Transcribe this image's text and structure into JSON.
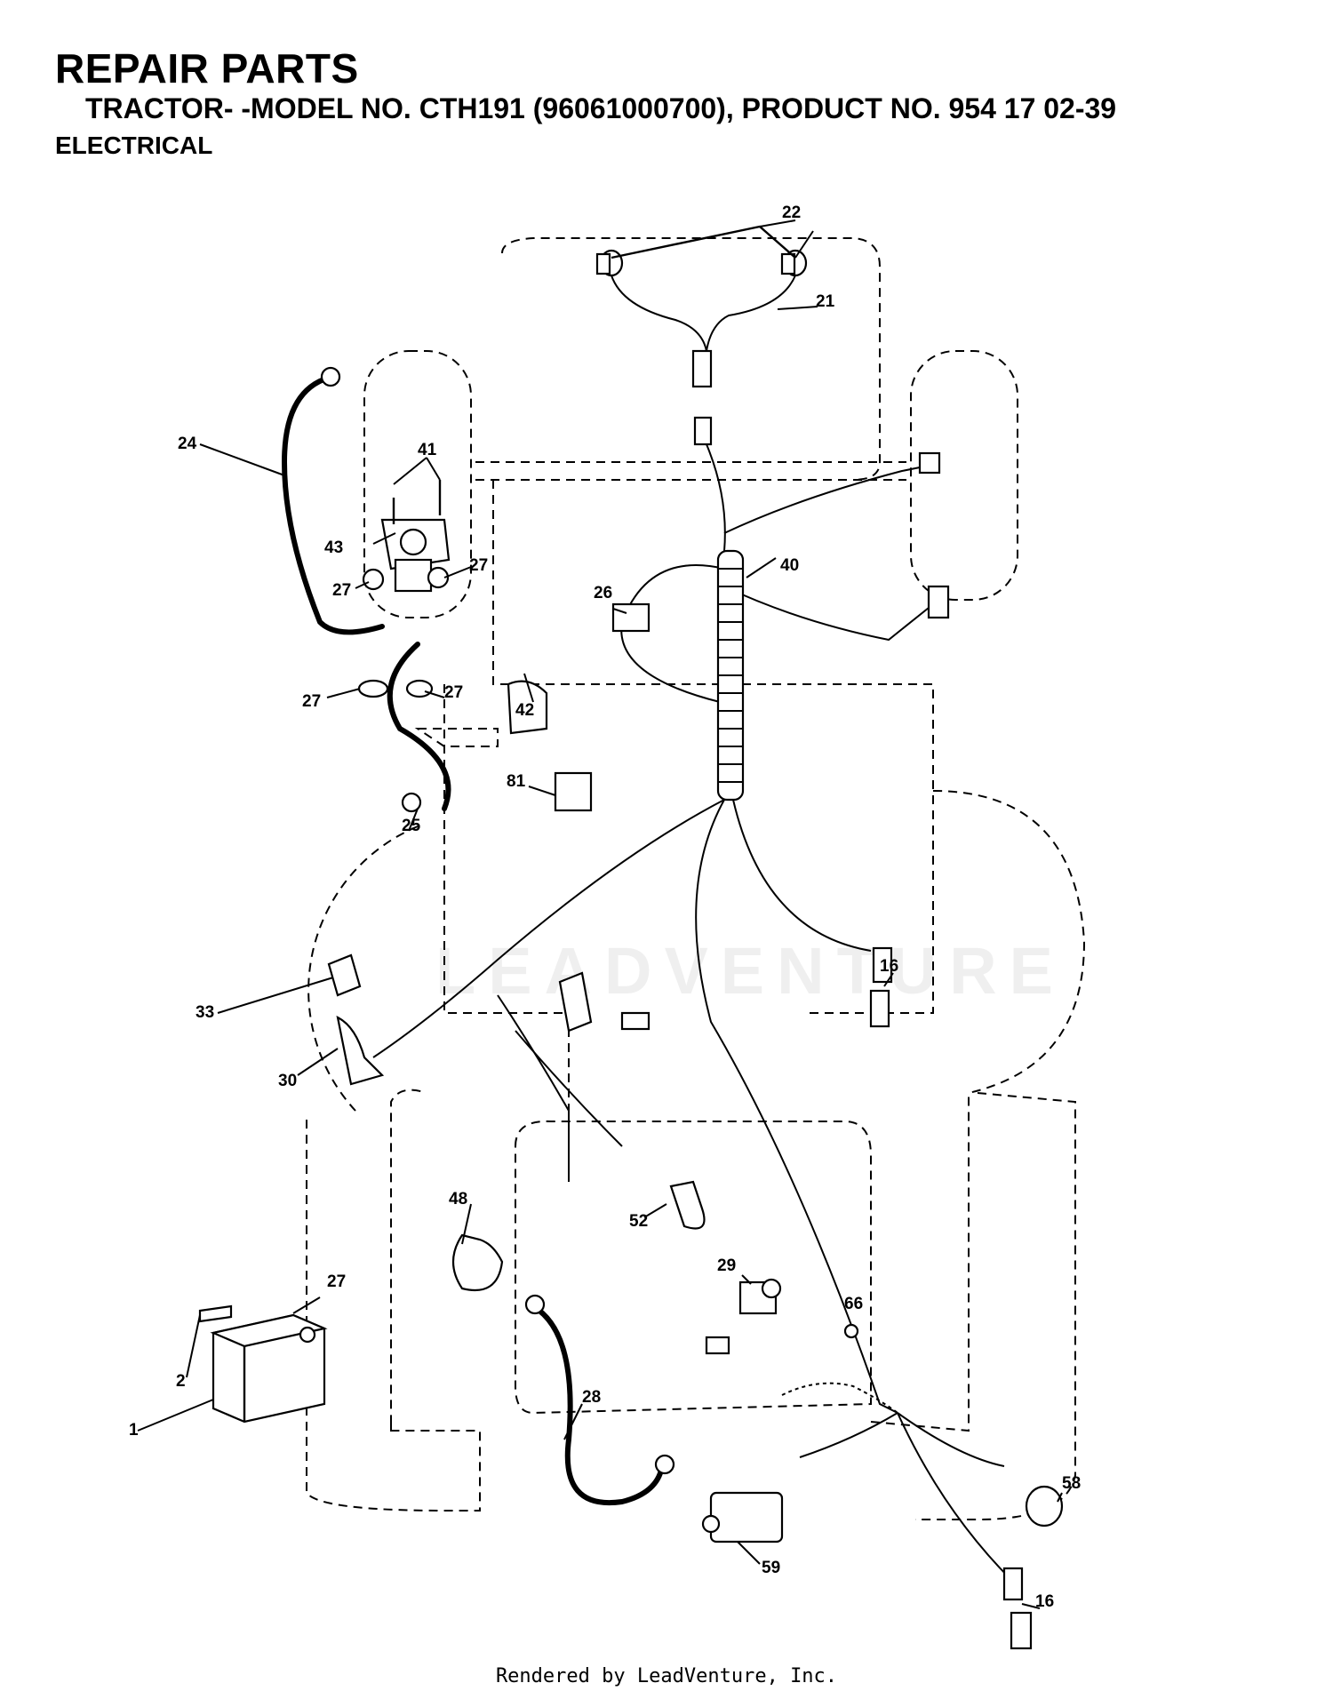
{
  "header": {
    "title": "REPAIR PARTS",
    "subtitle": "TRACTOR- -MODEL NO. CTH191 (96061000700), PRODUCT NO. 954 17 02-39",
    "section": "ELECTRICAL"
  },
  "callouts": {
    "c1": "1",
    "c2": "2",
    "c16a": "16",
    "c16b": "16",
    "c21": "21",
    "c22": "22",
    "c24": "24",
    "c25": "25",
    "c26": "26",
    "c27a": "27",
    "c27b": "27",
    "c27c": "27",
    "c27d": "27",
    "c27e": "27",
    "c28": "28",
    "c29": "29",
    "c30": "30",
    "c33": "33",
    "c40": "40",
    "c41": "41",
    "c42": "42",
    "c43": "43",
    "c48": "48",
    "c52": "52",
    "c58": "58",
    "c59": "59",
    "c66": "66",
    "c81": "81"
  },
  "footer": "Rendered by LeadVenture, Inc.",
  "watermark": "LEADVENTURE"
}
